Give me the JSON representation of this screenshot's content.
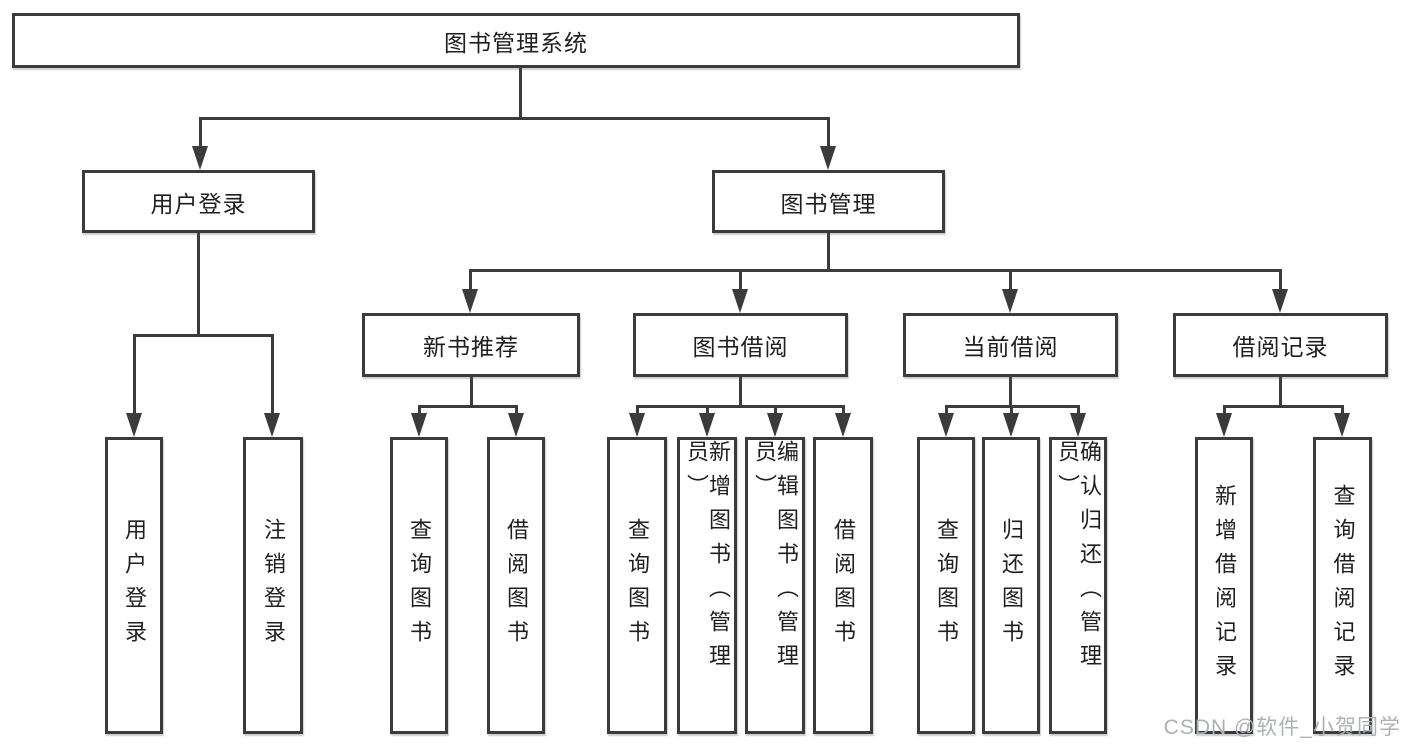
{
  "tree": {
    "root": "图书管理系统",
    "branches": [
      {
        "label": "用户登录",
        "children": [
          "用户登录",
          "注销登录"
        ]
      },
      {
        "label": "图书管理",
        "sections": [
          {
            "label": "新书推荐",
            "children": [
              "查询图书",
              "借阅图书"
            ]
          },
          {
            "label": "图书借阅",
            "children": [
              "查询图书",
              "新增图书（管理员）",
              "编辑图书（管理员）",
              "借阅图书"
            ]
          },
          {
            "label": "当前借阅",
            "children": [
              "查询图书",
              "归还图书",
              "确认归还（管理员）"
            ]
          },
          {
            "label": "借阅记录",
            "children": [
              "新增借阅记录",
              "查询借阅记录"
            ]
          }
        ]
      }
    ]
  },
  "watermark": "CSDN @软件_小贺同学",
  "colors": {
    "line": "#3b3b3b",
    "text": "#1f1f1f",
    "watermark": "#adb0b4",
    "background": "#ffffff"
  }
}
